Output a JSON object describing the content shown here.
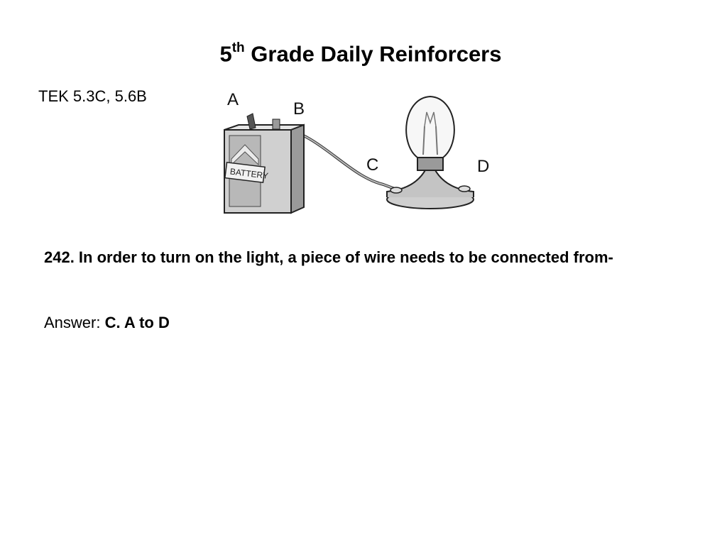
{
  "title": {
    "number": "5",
    "superscript": "th",
    "text": " Grade Daily Reinforcers"
  },
  "tek": "TEK 5.3C, 5.6B",
  "diagram": {
    "battery_label": "BATTERY",
    "point_a": "A",
    "point_b": "B",
    "point_c": "C",
    "point_d": "D"
  },
  "question": "242. In order to turn on the light, a piece of wire needs to be connected from-",
  "answer": {
    "label": "Answer: ",
    "value": "C. A to D"
  }
}
